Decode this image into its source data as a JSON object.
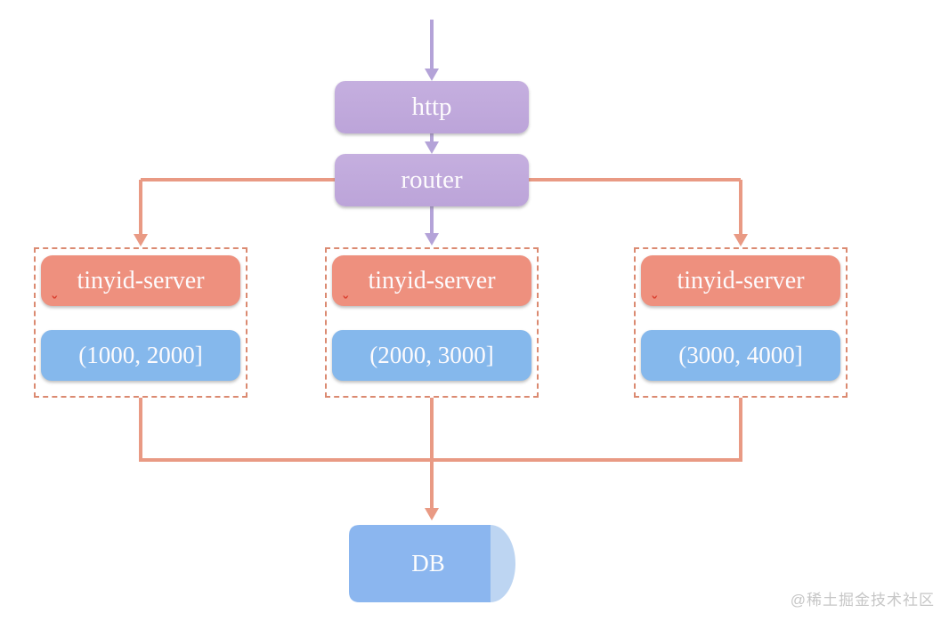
{
  "colors": {
    "purple_box": "#c5afdf",
    "purple_box_dark": "#bca4d9",
    "purple_arrow": "#b4a3d8",
    "salmon_box": "#ee907e",
    "blue_box": "#85b8ec",
    "orange_line": "#e99a84",
    "dashed_border": "#db8a71",
    "db_body": "#8bb6ef",
    "db_cap": "#bdd5f2",
    "spellcheck_red": "#d93a2b",
    "watermark_gray": "#c6c6c6"
  },
  "nodes": {
    "http": {
      "label": "http"
    },
    "router": {
      "label": "router"
    }
  },
  "servers": [
    {
      "label": "tinyid-server",
      "range": "(1000, 2000]"
    },
    {
      "label": "tinyid-server",
      "range": "(2000, 3000]"
    },
    {
      "label": "tinyid-server",
      "range": "(3000, 4000]"
    }
  ],
  "db": {
    "label": "DB"
  },
  "watermark": "@稀土掘金技术社区",
  "spellcheck_mark": "ˇ"
}
